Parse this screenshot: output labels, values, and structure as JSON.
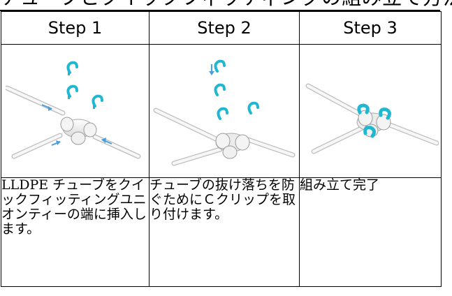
{
  "document": {
    "heading_fragment": "チューブとクイックフィッティングの組み立て方法"
  },
  "steps": [
    {
      "header": "Step 1",
      "illustration": "tee-fitting-insert-tubes-icon",
      "description": "LLDPE チューブをクイックフィッティングユニオンティーの端に挿入します。"
    },
    {
      "header": "Step 2",
      "illustration": "tee-fitting-attach-clips-icon",
      "description": "チューブの抜け落ちを防ぐためにＣクリップを取り付けます。"
    },
    {
      "header": "Step 3",
      "illustration": "tee-fitting-assembled-icon",
      "description": "組み立て完了"
    }
  ],
  "colors": {
    "clip": "#1fb8d0",
    "arrow": "#4a9fd8",
    "tube": "#f2f2f2",
    "outline": "#b8b8b8"
  }
}
